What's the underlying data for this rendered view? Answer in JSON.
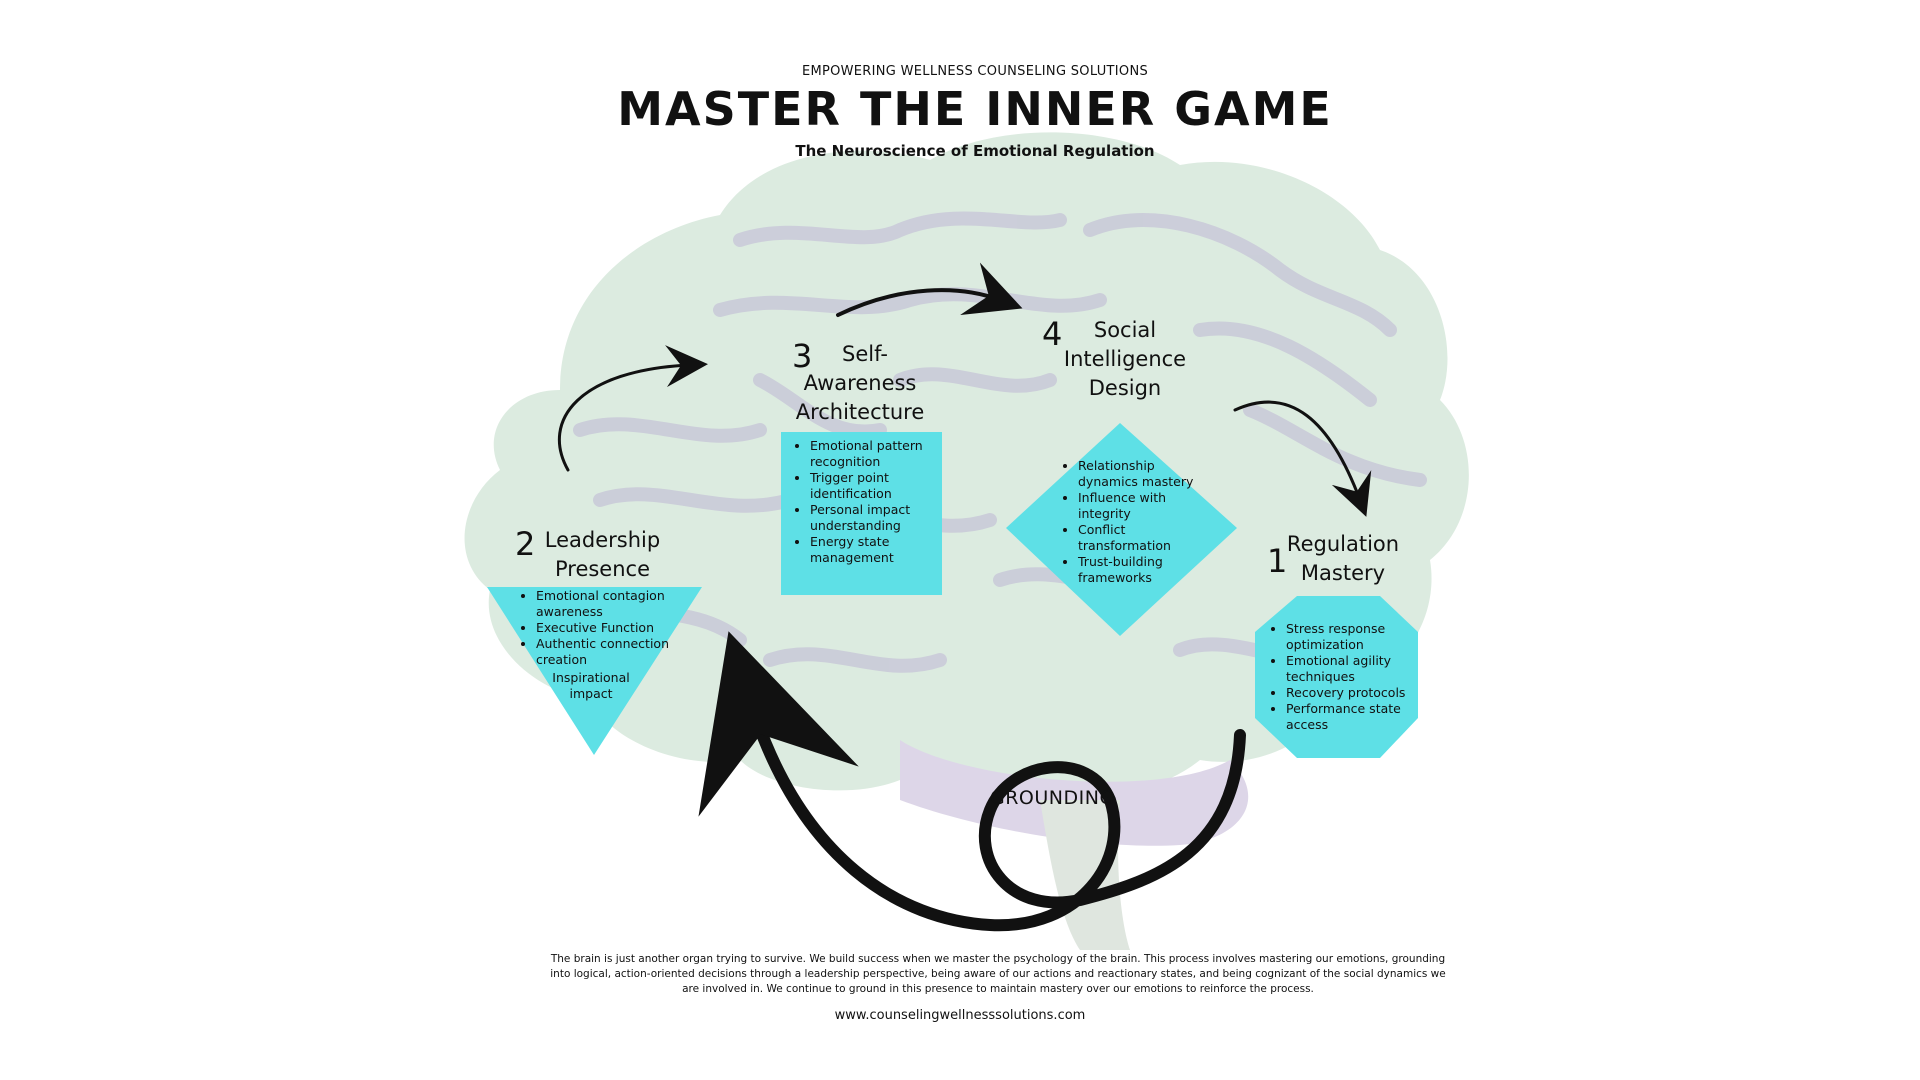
{
  "header": {
    "kicker": "EMPOWERING WELLNESS COUNSELING SOLUTIONS",
    "title": "MASTER THE INNER GAME",
    "subtitle": "The Neuroscience of Emotional Regulation"
  },
  "stages": [
    {
      "number": "1",
      "title_line1": "Regulation",
      "title_line2": "Mastery",
      "items": [
        "Stress response optimization",
        "Emotional agility techniques",
        "Recovery protocols",
        "Performance state access"
      ]
    },
    {
      "number": "2",
      "title_line1": "Leadership",
      "title_line2": "Presence",
      "items": [
        "Emotional contagion awareness",
        "Executive Function",
        "Authentic connection creation"
      ],
      "extra": "Inspirational impact"
    },
    {
      "number": "3",
      "title_line1": "Self-",
      "title_line2": "Awareness",
      "title_line3": "Architecture",
      "items": [
        "Emotional pattern recognition",
        "Trigger point identification",
        "Personal impact understanding",
        "Energy state management"
      ]
    },
    {
      "number": "4",
      "title_line1": "Social",
      "title_line2": "Intelligence",
      "title_line3": "Design",
      "items": [
        "Relationship dynamics mastery",
        "Influence with integrity",
        "Conflict transformation",
        "Trust-building frameworks"
      ]
    }
  ],
  "grounding_label": "GROUNDING",
  "footer": {
    "description": "The brain is just another organ trying to survive. We build success when we master the psychology of the brain. This process involves mastering our emotions, grounding into logical, action-oriented decisions through a leadership perspective, being aware of our actions and reactionary states, and being cognizant of the social dynamics we are involved in. We continue to ground in this presence to maintain mastery over our emotions to reinforce the process.",
    "url": "www.counselingwellnesssolutions.com"
  },
  "colors": {
    "brain_fill": "#dcebe0",
    "brain_lines": "#c9c9d8",
    "shape_fill": "#5ee0e6",
    "arrow": "#111111"
  }
}
